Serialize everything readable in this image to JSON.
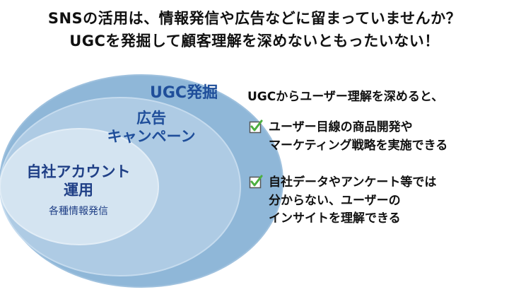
{
  "headline": {
    "line1": "SNSの活用は、情報発信や広告などに留まっていませんか？",
    "line2": "UGCを発掘して顧客理解を深めないともったいない！"
  },
  "venn": {
    "outer_label": "UGC発掘",
    "middle_label_1": "広告",
    "middle_label_2": "キャンペーン",
    "inner_label_1": "自社アカウント",
    "inner_label_2": "運用",
    "inner_sub": "各種情報発信",
    "colors": {
      "outer": "#8fb7d8",
      "middle": "#aecbe4",
      "inner": "#d4e4f1",
      "stroke": "#9fc1de"
    }
  },
  "benefits": {
    "lead": "UGCからユーザー理解を深めると、",
    "items": [
      {
        "line1": "ユーザー目線の商品開発や",
        "line2": "マーケティング戦略を実施できる"
      },
      {
        "line1": "自社データやアンケート等では",
        "line2": "分からない、ユーザーの",
        "line3": "インサイトを理解できる"
      }
    ],
    "check_color": "#4caf3f"
  }
}
